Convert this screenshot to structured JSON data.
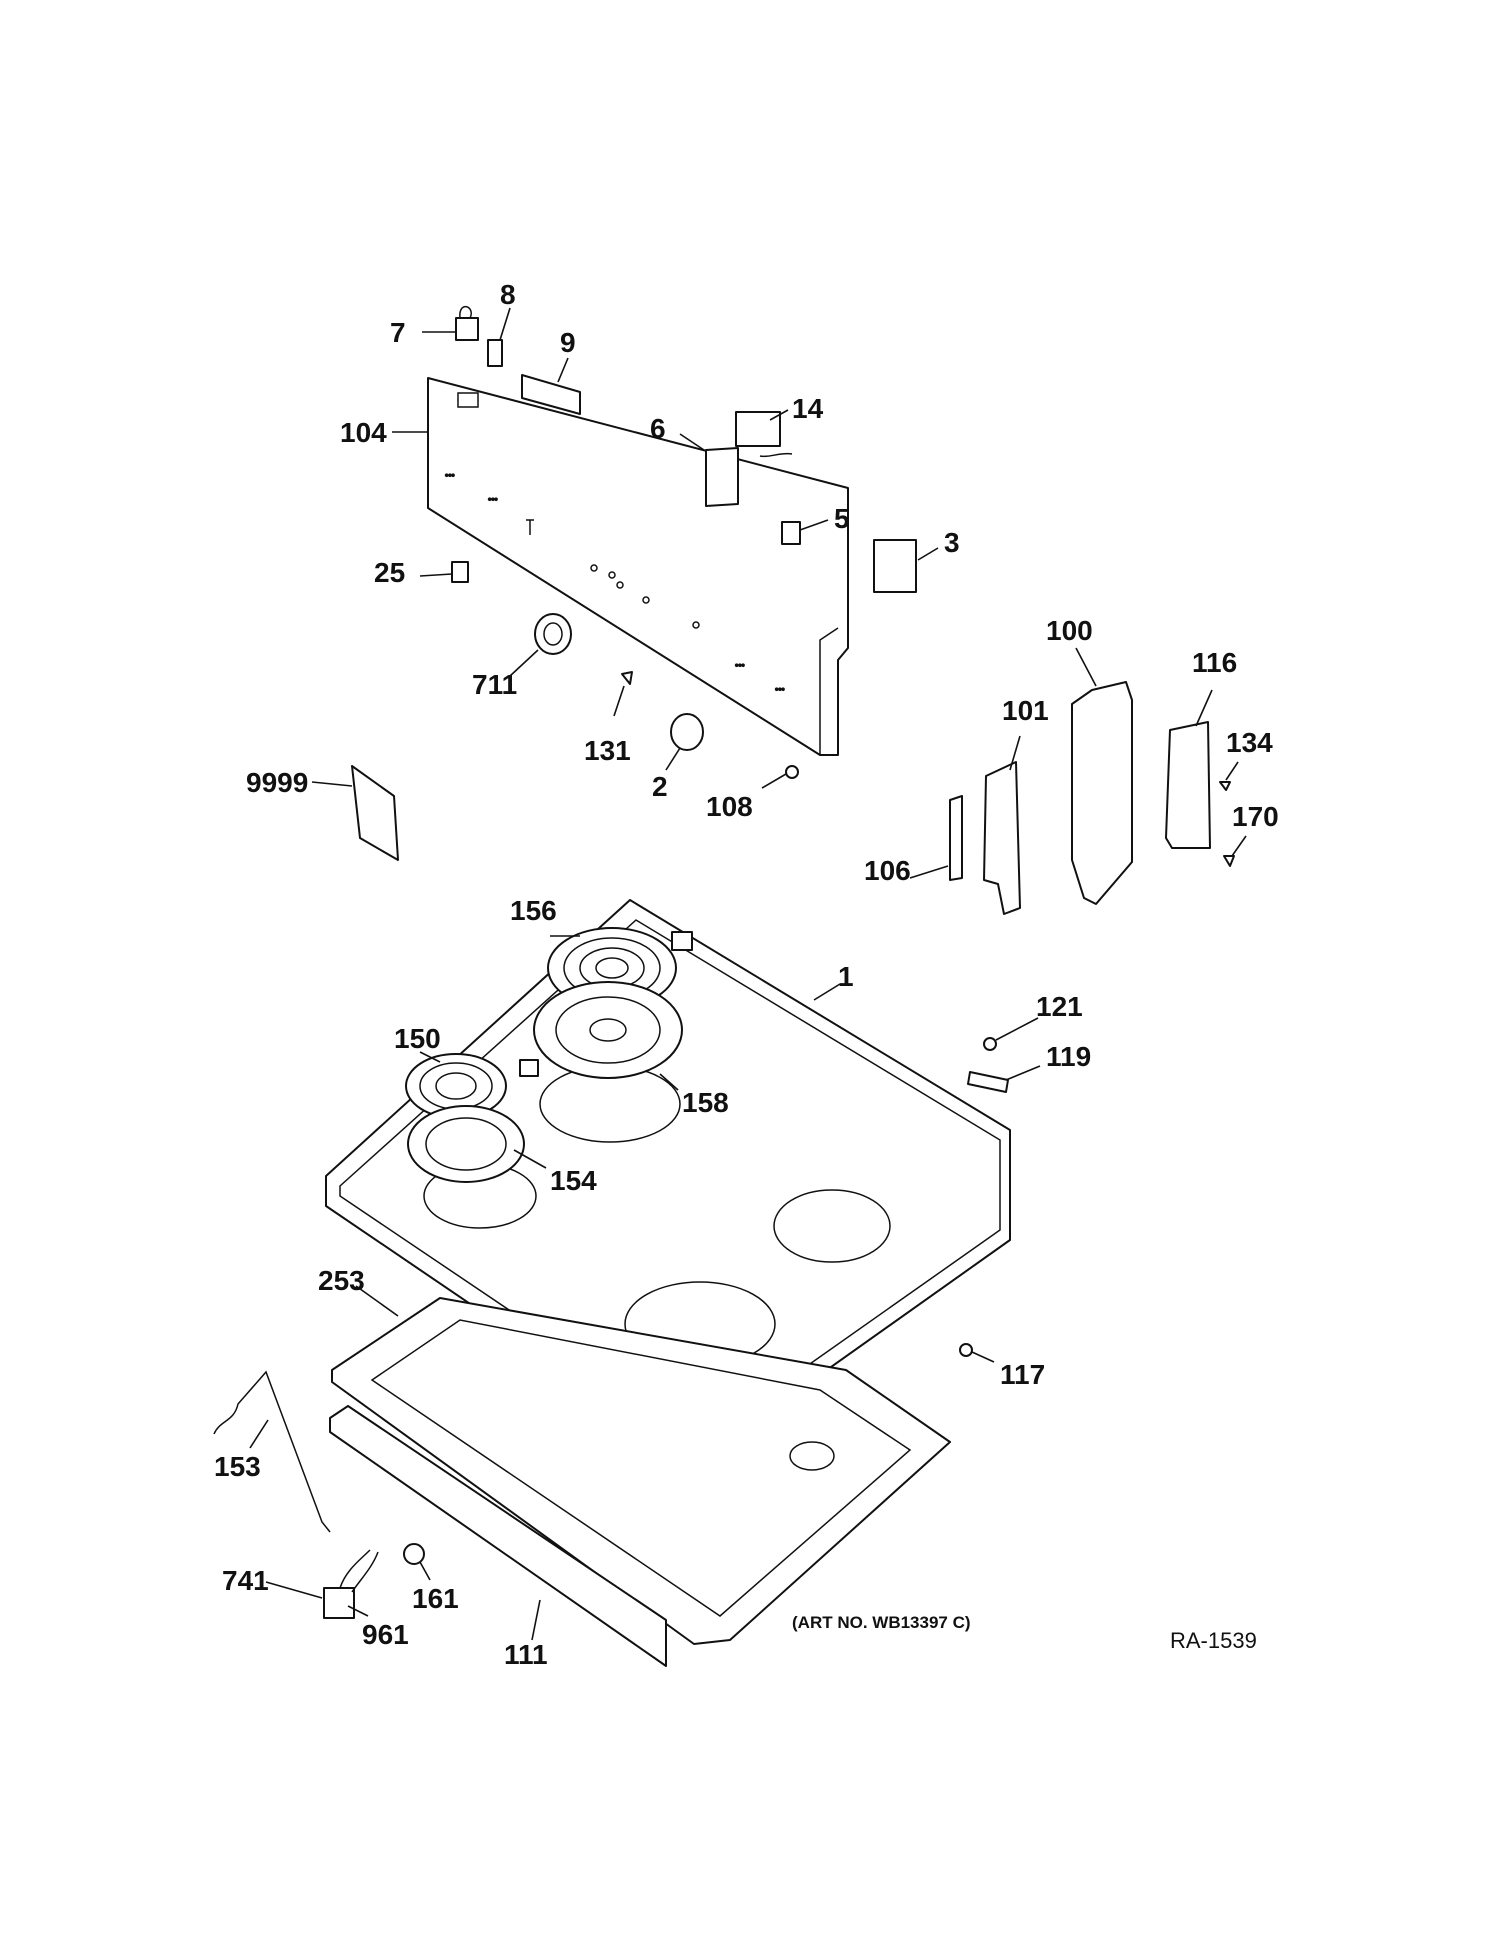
{
  "diagram": {
    "labels": {
      "p7": "7",
      "p8": "8",
      "p9": "9",
      "p104": "104",
      "p14": "14",
      "p6": "6",
      "p5": "5",
      "p3": "3",
      "p25": "25",
      "p711": "711",
      "p131": "131",
      "p2": "2",
      "p108": "108",
      "p9999": "9999",
      "p100": "100",
      "p116": "116",
      "p101": "101",
      "p134": "134",
      "p170": "170",
      "p106": "106",
      "p156": "156",
      "p1": "1",
      "p121": "121",
      "p119": "119",
      "p150": "150",
      "p158": "158",
      "p154": "154",
      "p253": "253",
      "p117": "117",
      "p153": "153",
      "p741": "741",
      "p161": "161",
      "p961": "961",
      "p111": "111"
    },
    "art_number": "(ART NO. WB13397 C)",
    "ref_code": "RA-1539"
  }
}
